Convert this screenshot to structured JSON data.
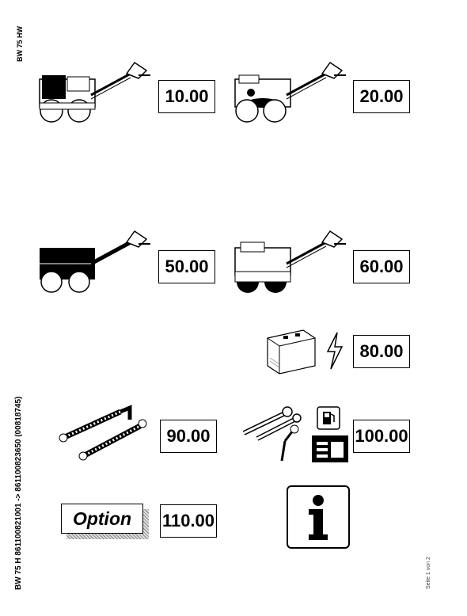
{
  "header": {
    "model": "BW 75 HW",
    "serial_range": "BW 75 H 861100821001 -> 861100823650 (00818745)",
    "page_note": "Seite 1 von 2"
  },
  "groups": [
    {
      "id": "g10",
      "label": "10.00"
    },
    {
      "id": "g20",
      "label": "20.00"
    },
    {
      "id": "g50",
      "label": "50.00"
    },
    {
      "id": "g60",
      "label": "60.00"
    },
    {
      "id": "g80",
      "label": "80.00"
    },
    {
      "id": "g90",
      "label": "90.00"
    },
    {
      "id": "g100",
      "label": "100.00"
    },
    {
      "id": "g110",
      "label": "110.00"
    }
  ],
  "option_label": "Option",
  "icons": {
    "roller_engine": "roller-engine-icon",
    "roller_drive": "roller-drive-icon",
    "roller_frame": "roller-frame-icon",
    "roller_drums": "roller-drums-icon",
    "battery": "battery-icon",
    "lightning": "lightning-icon",
    "hoses": "hydraulic-hoses-icon",
    "tools": "wrench-key-icon",
    "fuel": "fuel-pump-icon",
    "plate": "nameplate-icon",
    "info": "info-icon"
  }
}
